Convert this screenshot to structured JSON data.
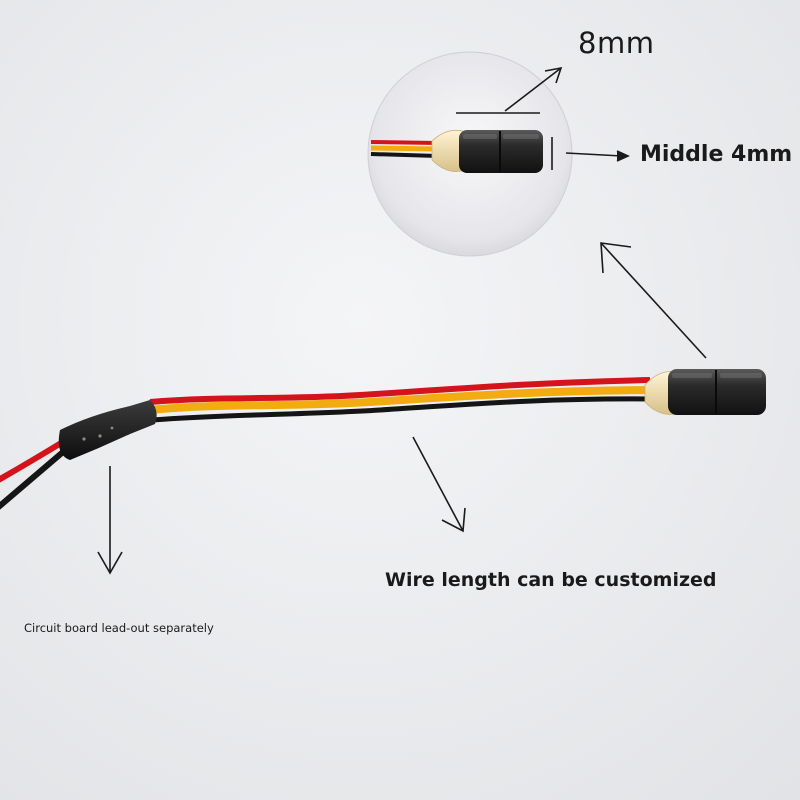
{
  "labels": {
    "dimension_outer": "8mm",
    "dimension_middle": "Middle 4mm",
    "wire_length": "Wire length can be customized",
    "circuit_board": "Circuit board lead-out separately"
  },
  "colors": {
    "background": "#ecedef",
    "wire_red": "#d4141c",
    "wire_yellow": "#f2ab10",
    "wire_black": "#151515",
    "sensor_body": "#2a2a2a",
    "glue": "#e9d7a6"
  }
}
